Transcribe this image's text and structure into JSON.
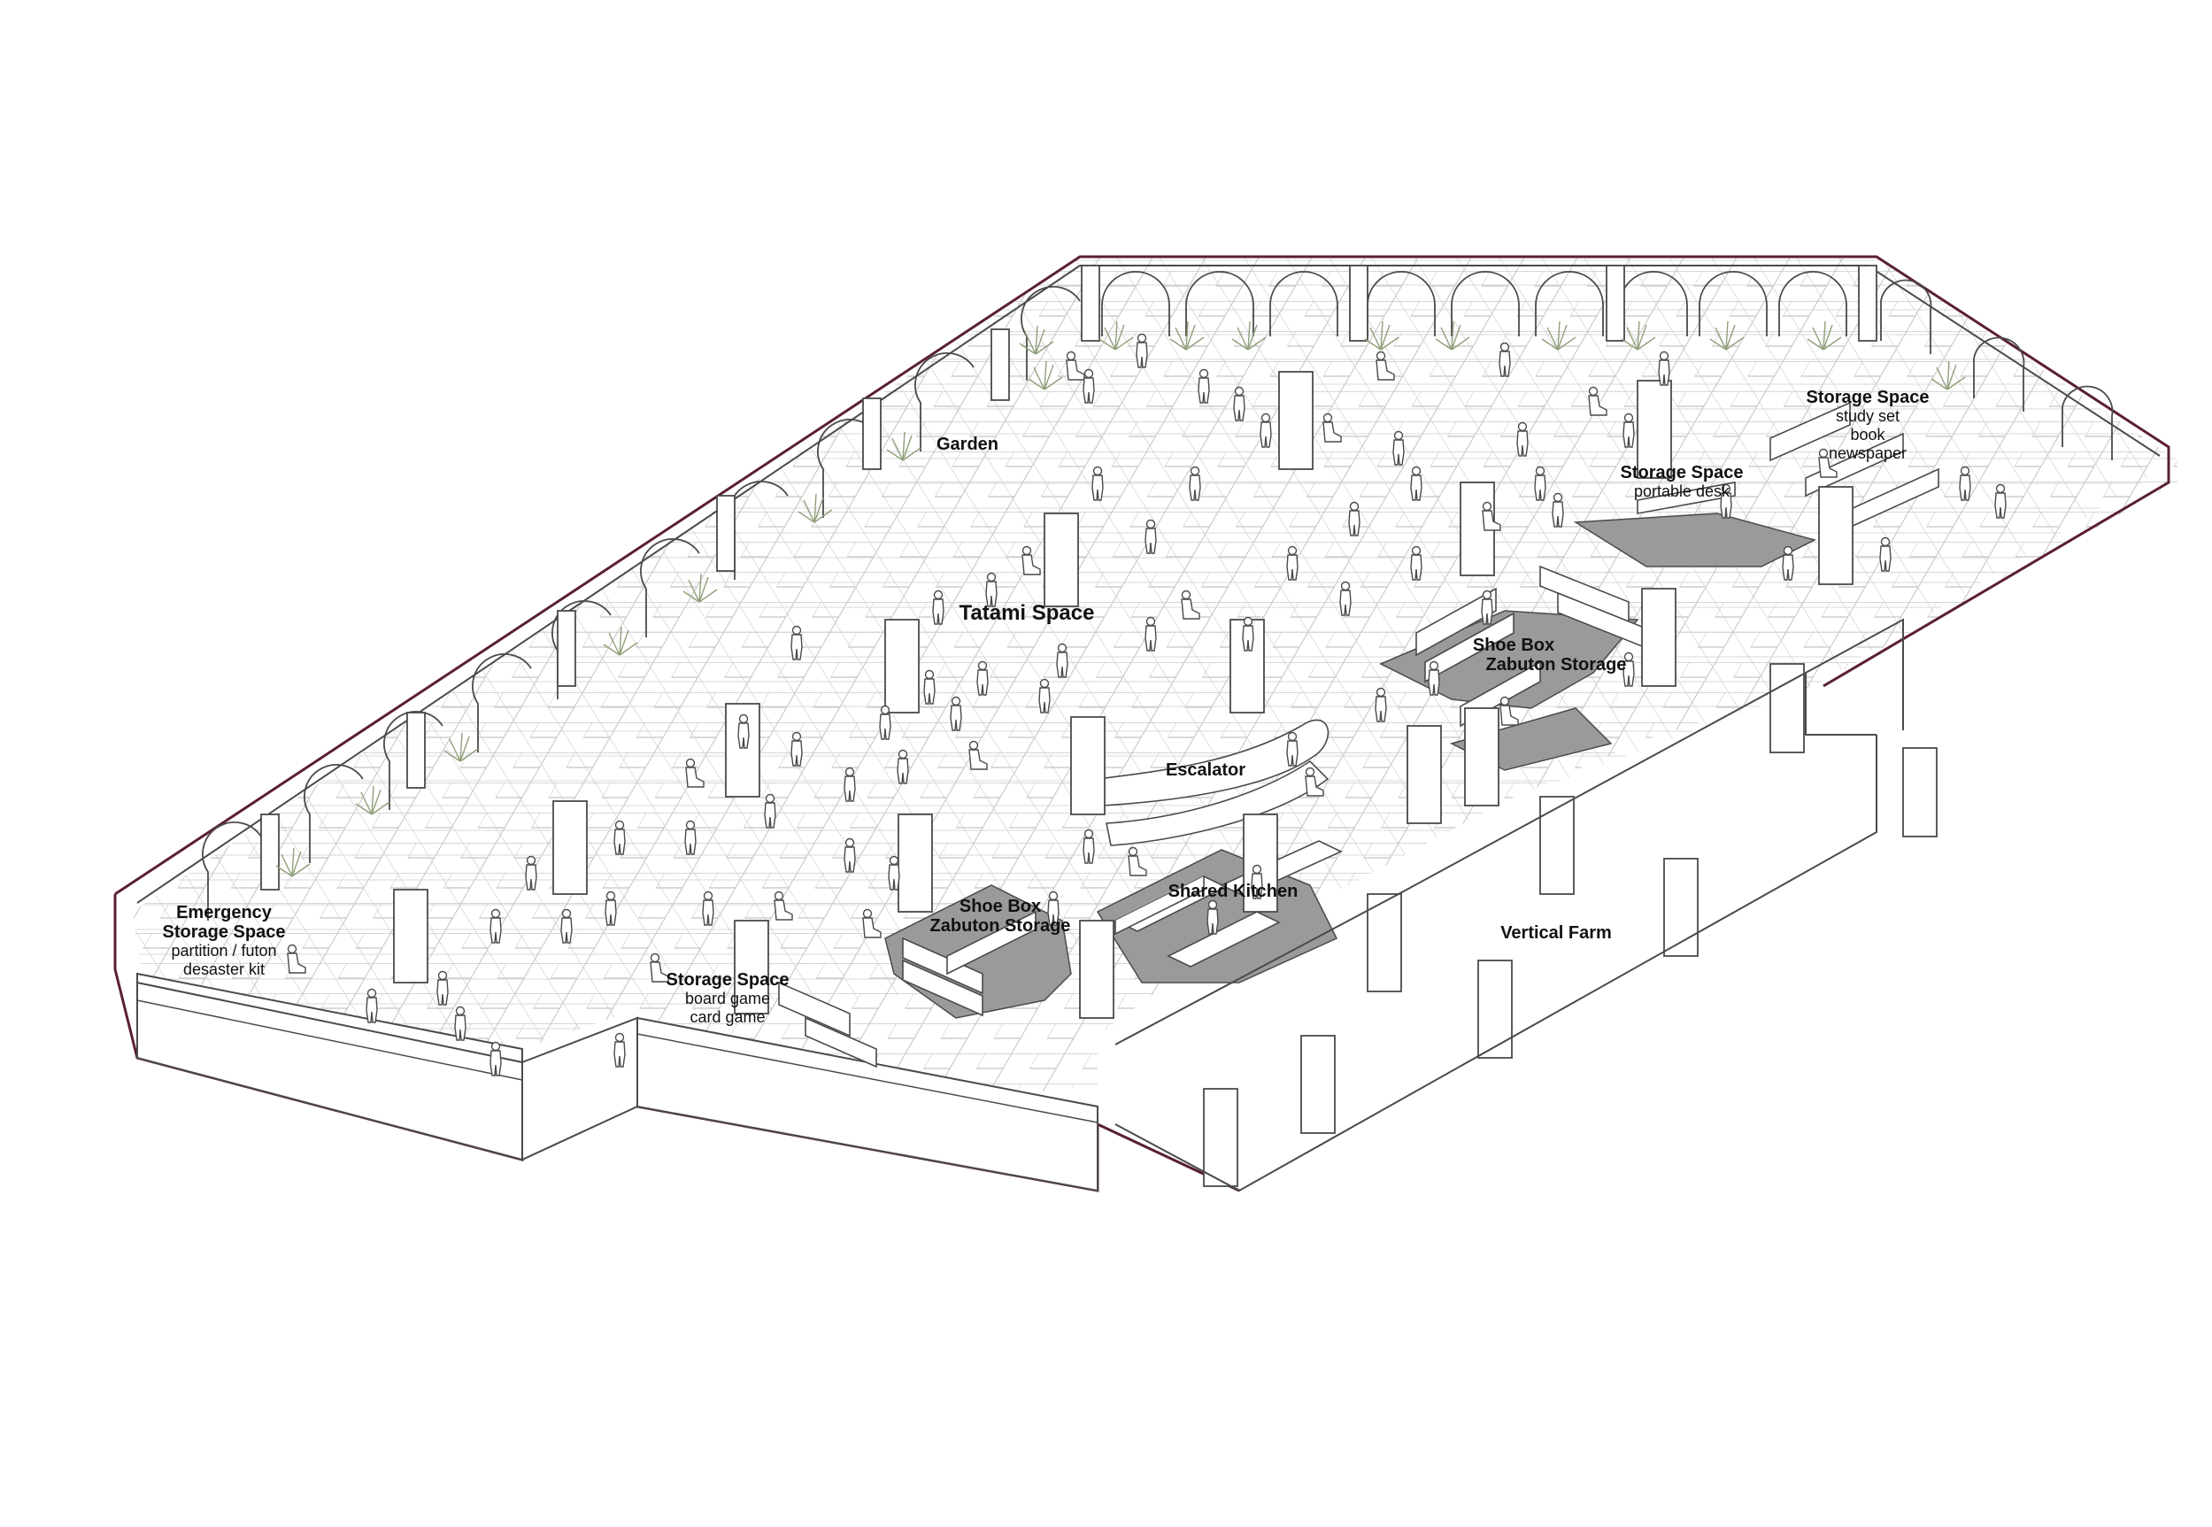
{
  "colors": {
    "outline": "#5a2030",
    "line": "#4a4a4a",
    "light_line": "#b8b8b8",
    "shade": "#9a9a9a",
    "plant": "#8fa07a",
    "person": "#ffffff",
    "column": "#ffffff"
  },
  "labels": {
    "garden": "Garden",
    "tatami_space": "Tatami Space",
    "escalator": "Escalator",
    "shared_kitchen": "Shared Kitchen",
    "vertical_farm": "Vertical Farm",
    "shoe_box_left": {
      "line1": "Shoe Box",
      "line2": "Zabuton Storage"
    },
    "shoe_box_right": {
      "line1": "Shoe Box",
      "line2": "Zabuton Storage"
    },
    "emergency_storage": {
      "line1": "Emergency",
      "line2": "Storage Space",
      "line3": "partition / futon",
      "line4": "desaster kit"
    },
    "storage_games": {
      "line1": "Storage Space",
      "line2": "board game",
      "line3": "card game"
    },
    "storage_desk": {
      "line1": "Storage Space",
      "line2": "portable desk"
    },
    "storage_study": {
      "line1": "Storage Space",
      "line2": "study set",
      "line3": "book",
      "line4": "newspaper"
    }
  }
}
